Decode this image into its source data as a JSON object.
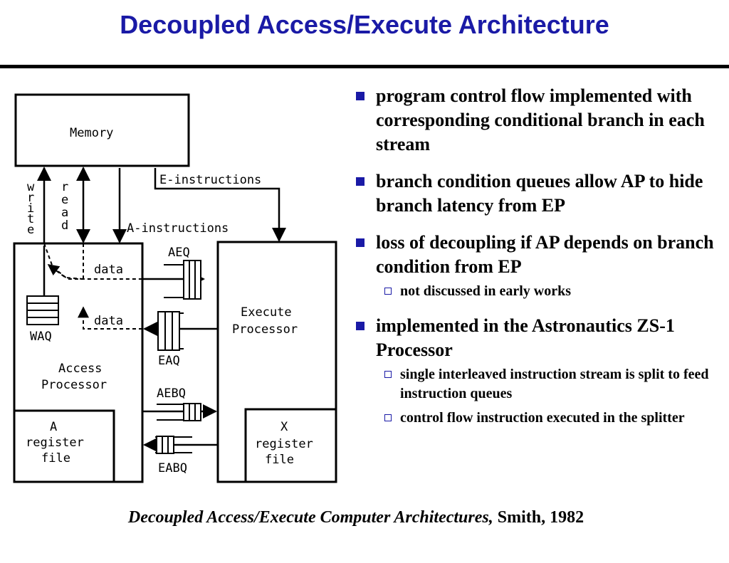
{
  "title": "Decoupled Access/Execute Architecture",
  "diagram": {
    "memory": "Memory",
    "write_letters": [
      "w",
      "r",
      "i",
      "t",
      "e"
    ],
    "read_letters": [
      "r",
      "e",
      "a",
      "d"
    ],
    "e_instructions": "E-instructions",
    "a_instructions": "A-instructions",
    "data_top": "data",
    "data_bottom": "data",
    "aeq": "AEQ",
    "eaq": "EAQ",
    "aebq": "AEBQ",
    "eabq": "EABQ",
    "waq": "WAQ",
    "access_line1": "Access",
    "access_line2": "Processor",
    "execute_line1": "Execute",
    "execute_line2": "Processor",
    "a_reg_line1": "A",
    "a_reg_line2": "register",
    "a_reg_line3": "file",
    "x_reg_line1": "X",
    "x_reg_line2": "register",
    "x_reg_line3": "file"
  },
  "bullets": [
    {
      "text": "program control flow implemented with corresponding conditional branch in each stream",
      "sub": []
    },
    {
      "text": "branch condition queues allow AP to hide branch latency from EP",
      "sub": []
    },
    {
      "text": "loss of decoupling if AP depends on branch condition from EP",
      "sub": [
        "not discussed in early works"
      ]
    },
    {
      "text": "implemented in the Astronautics ZS-1 Processor",
      "sub": [
        "single interleaved instruction stream is split to feed instruction queues",
        "control flow instruction executed in the splitter"
      ]
    }
  ],
  "citation": {
    "italic": "Decoupled Access/Execute Computer Architectures,",
    "plain": " Smith, 1982"
  },
  "colors": {
    "title": "#1a1aa6",
    "bullet_marker": "#1a1aa6",
    "text": "#000000",
    "rule": "#000000"
  }
}
